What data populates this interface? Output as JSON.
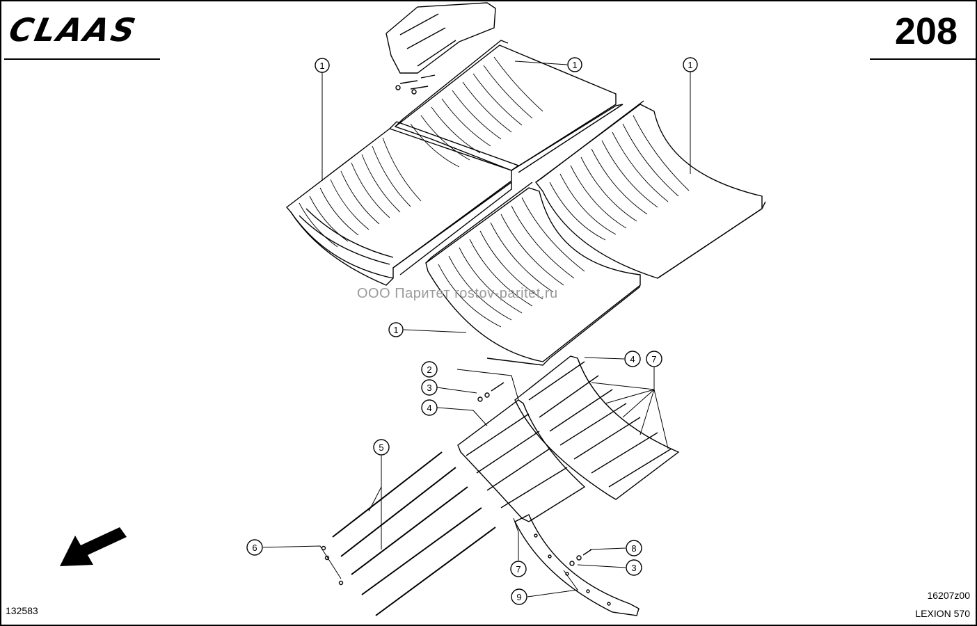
{
  "header": {
    "brand": "CLAAS",
    "page_number": "208"
  },
  "footer": {
    "doc_number": "132583",
    "ref_code": "16207z00",
    "model": "LEXION 570"
  },
  "watermark": "ООО Паритет    rostov-paritet.ru",
  "callouts": [
    {
      "id": "c1a",
      "label": "1"
    },
    {
      "id": "c1b",
      "label": "1"
    },
    {
      "id": "c1c",
      "label": "1"
    },
    {
      "id": "c1d",
      "label": "1"
    },
    {
      "id": "c2",
      "label": "2"
    },
    {
      "id": "c3a",
      "label": "3"
    },
    {
      "id": "c4a",
      "label": "4"
    },
    {
      "id": "c4b",
      "label": "4"
    },
    {
      "id": "c7a",
      "label": "7"
    },
    {
      "id": "c5",
      "label": "5"
    },
    {
      "id": "c6",
      "label": "6"
    },
    {
      "id": "c7b",
      "label": "7"
    },
    {
      "id": "c8",
      "label": "8"
    },
    {
      "id": "c3b",
      "label": "3"
    },
    {
      "id": "c9",
      "label": "9"
    }
  ],
  "colors": {
    "ink": "#000000",
    "watermark": "#9a9a9a"
  }
}
